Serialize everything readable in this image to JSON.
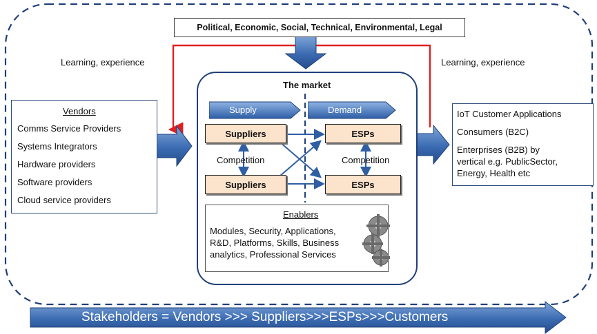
{
  "pestel": "Political, Economic, Social, Technical, Environmental, Legal",
  "learning_left": "Learning, experience",
  "learning_right": "Learning, experience",
  "vendors": {
    "title": "Vendors",
    "items": [
      "Comms Service Providers",
      "Systems Integrators",
      "Hardware providers",
      "Software providers",
      "Cloud service providers"
    ]
  },
  "market": {
    "title": "The  market",
    "supply": "Supply",
    "demand": "Demand",
    "suppliers_1": "Suppliers",
    "suppliers_2": "Suppliers",
    "esps_1": "ESPs",
    "esps_2": "ESPs",
    "competition_left": "Competition",
    "competition_right": "Competition"
  },
  "enablers": {
    "title": "Enablers",
    "lines": [
      "Modules, Security, Applications,",
      "R&D, Platforms, Skills, Business",
      "analytics, Professional Services"
    ]
  },
  "customers": {
    "lines": [
      "IoT Customer Applications",
      "Consumers (B2C)",
      "Enterprises (B2B) by",
      "vertical e.g. PublicSector,",
      "Energy, Health etc"
    ]
  },
  "bottom_arrow": "Stakeholders = Vendors >>> Suppliers>>>ESPs>>>Customers",
  "colors": {
    "arrow_blue": "#2f5ea3",
    "feedback_red": "#e02020",
    "dashed_border": "#1f3f7a",
    "orange_fill": "#fbe3cc"
  }
}
